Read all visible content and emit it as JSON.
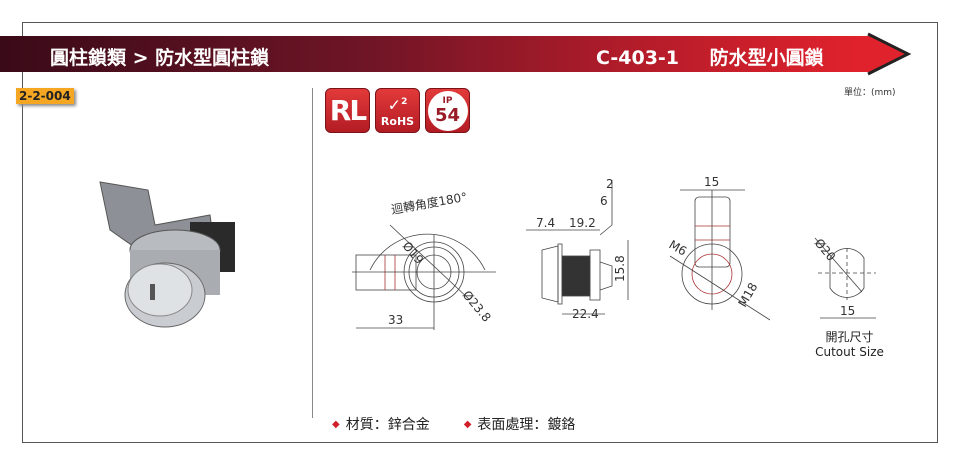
{
  "header": {
    "category": "圓柱鎖類 > 防水型圓柱鎖",
    "model": "C-403-1",
    "product_name": "防水型小圓鎖"
  },
  "code_tag": "2-2-004",
  "unit_label": "單位：(mm)",
  "badges": {
    "rl": "RL",
    "rohs": "RoHS",
    "rohs_num": "2",
    "ip": "IP",
    "ip_num": "54"
  },
  "drawing": {
    "rotation_label": "迴轉角度180°",
    "dims": {
      "d19": "Ø19",
      "d23_8": "Ø23.8",
      "w33": "33",
      "w7_4": "7.4",
      "w19_2": "19.2",
      "w2": "2",
      "w6": "6",
      "h15_8": "15.8",
      "w22_4": "22.4",
      "w15": "15",
      "m6": "M6",
      "m18": "M18",
      "d20": "Ø20",
      "c15": "15"
    },
    "cutout_zh": "開孔尺寸",
    "cutout_en": "Cutout Size"
  },
  "specs": [
    {
      "label": "材質：鋅合金"
    },
    {
      "label": "表面處理：鍍鉻"
    }
  ],
  "colors": {
    "accent": "#d0202a",
    "tag": "#f5a623"
  }
}
